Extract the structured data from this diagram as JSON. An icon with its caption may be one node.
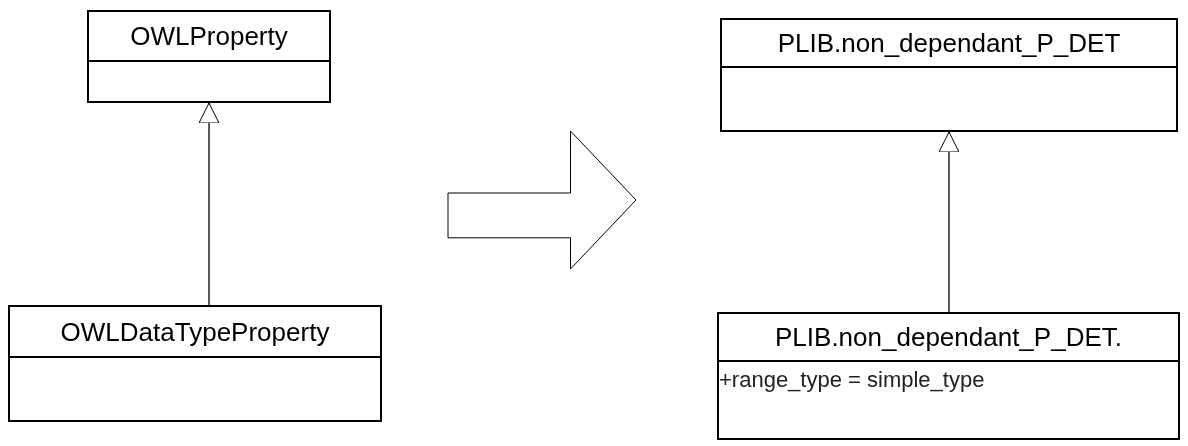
{
  "diagram": {
    "nodes": [
      {
        "text": [
          "OWLProperty"
        ]
      },
      {
        "text": [
          "OWLDataTypeProperty"
        ]
      },
      {
        "text": [],
        "shape": "arrow"
      },
      {
        "text": [
          "PLIB.non_dependant_P_DET"
        ]
      },
      {
        "text": [
          "PLIB.non_dependant_P_DET.",
          "+range_type = simple_type"
        ]
      }
    ],
    "edges": [
      {
        "from": 1,
        "to": 0,
        "arrow": "to"
      },
      {
        "from": 4,
        "to": 3,
        "arrow": "to"
      }
    ]
  }
}
